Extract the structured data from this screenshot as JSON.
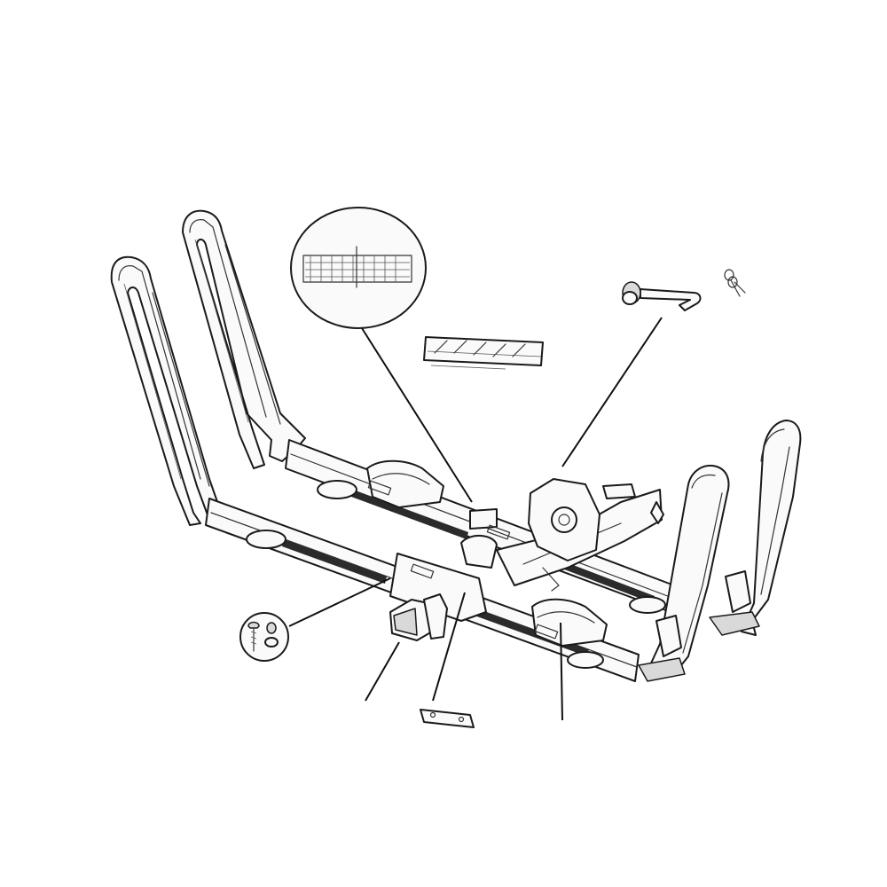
{
  "diagram": {
    "kind": "exploded parts illustration",
    "colors": {
      "line": "#1a1a1a",
      "background": "#ffffff",
      "shade": "#d9d9d9"
    },
    "parts": [
      {
        "id": "main-rack-assembly"
      },
      {
        "id": "detail-callout-circle"
      },
      {
        "id": "rubber-pad-strip"
      },
      {
        "id": "hitch-pin"
      },
      {
        "id": "pin-clips"
      },
      {
        "id": "bolt-nut-hardware"
      },
      {
        "id": "end-cap"
      },
      {
        "id": "mounting-plate"
      },
      {
        "id": "padded-cradle"
      }
    ]
  }
}
